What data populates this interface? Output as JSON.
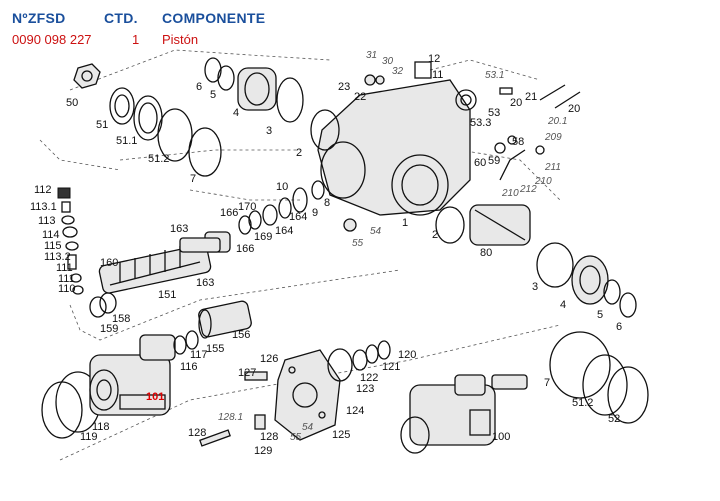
{
  "header": {
    "col1_title": "NºZFSD",
    "col2_title": "CTD.",
    "col3_title": "COMPONENTE",
    "row": {
      "part_number": "0090 098 227",
      "quantity": "1",
      "component": "Pistón"
    }
  },
  "labels": {
    "l50": "50",
    "l51": "51",
    "l51_1": "51.1",
    "l51_2": "51.2",
    "l7": "7",
    "l6": "6",
    "l5": "5",
    "l4": "4",
    "l3": "3",
    "l2": "2",
    "l31": "31",
    "l30": "30",
    "l32": "32",
    "l12": "12",
    "l11": "11",
    "l23": "23",
    "l22": "22",
    "l53_1": "53.1",
    "l53": "53",
    "l53_3": "53.3",
    "l20": "20",
    "l21": "21",
    "l20_r": "20",
    "l20_1": "20.1",
    "l209": "209",
    "l58": "58",
    "l59": "59",
    "l60": "60",
    "l211": "211",
    "l210": "210",
    "l212": "212",
    "l210b": "210",
    "l10": "10",
    "l9": "9",
    "l8": "8",
    "l170": "170",
    "l166": "166",
    "l169": "169",
    "l164": "164",
    "l164b": "164",
    "l166b": "166",
    "l1": "1",
    "l2b": "2",
    "l54": "54",
    "l55": "55",
    "l112": "112",
    "l113_1": "113.1",
    "l113": "113",
    "l114": "114",
    "l115": "115",
    "l113_2": "113.2",
    "l111": "111",
    "l111b": "111",
    "l110": "110",
    "l160": "160",
    "l163": "163",
    "l163b": "163",
    "l151": "151",
    "l158": "158",
    "l159": "159",
    "l80": "80",
    "l3b": "3",
    "l4b": "4",
    "l5b": "5",
    "l6b": "6",
    "l156": "156",
    "l155": "155",
    "l117": "117",
    "l116": "116",
    "l101": "101",
    "l119": "119",
    "l118": "118",
    "l126": "126",
    "l127": "127",
    "l123": "123",
    "l122": "122",
    "l121": "121",
    "l120": "120",
    "l124": "124",
    "l125": "125",
    "l128_1": "128.1",
    "l128": "128",
    "l128b": "128",
    "l129": "129",
    "l55b": "55",
    "l54b": "54",
    "l100": "100",
    "l7b": "7",
    "l51_2b": "51.2",
    "l52": "52"
  }
}
